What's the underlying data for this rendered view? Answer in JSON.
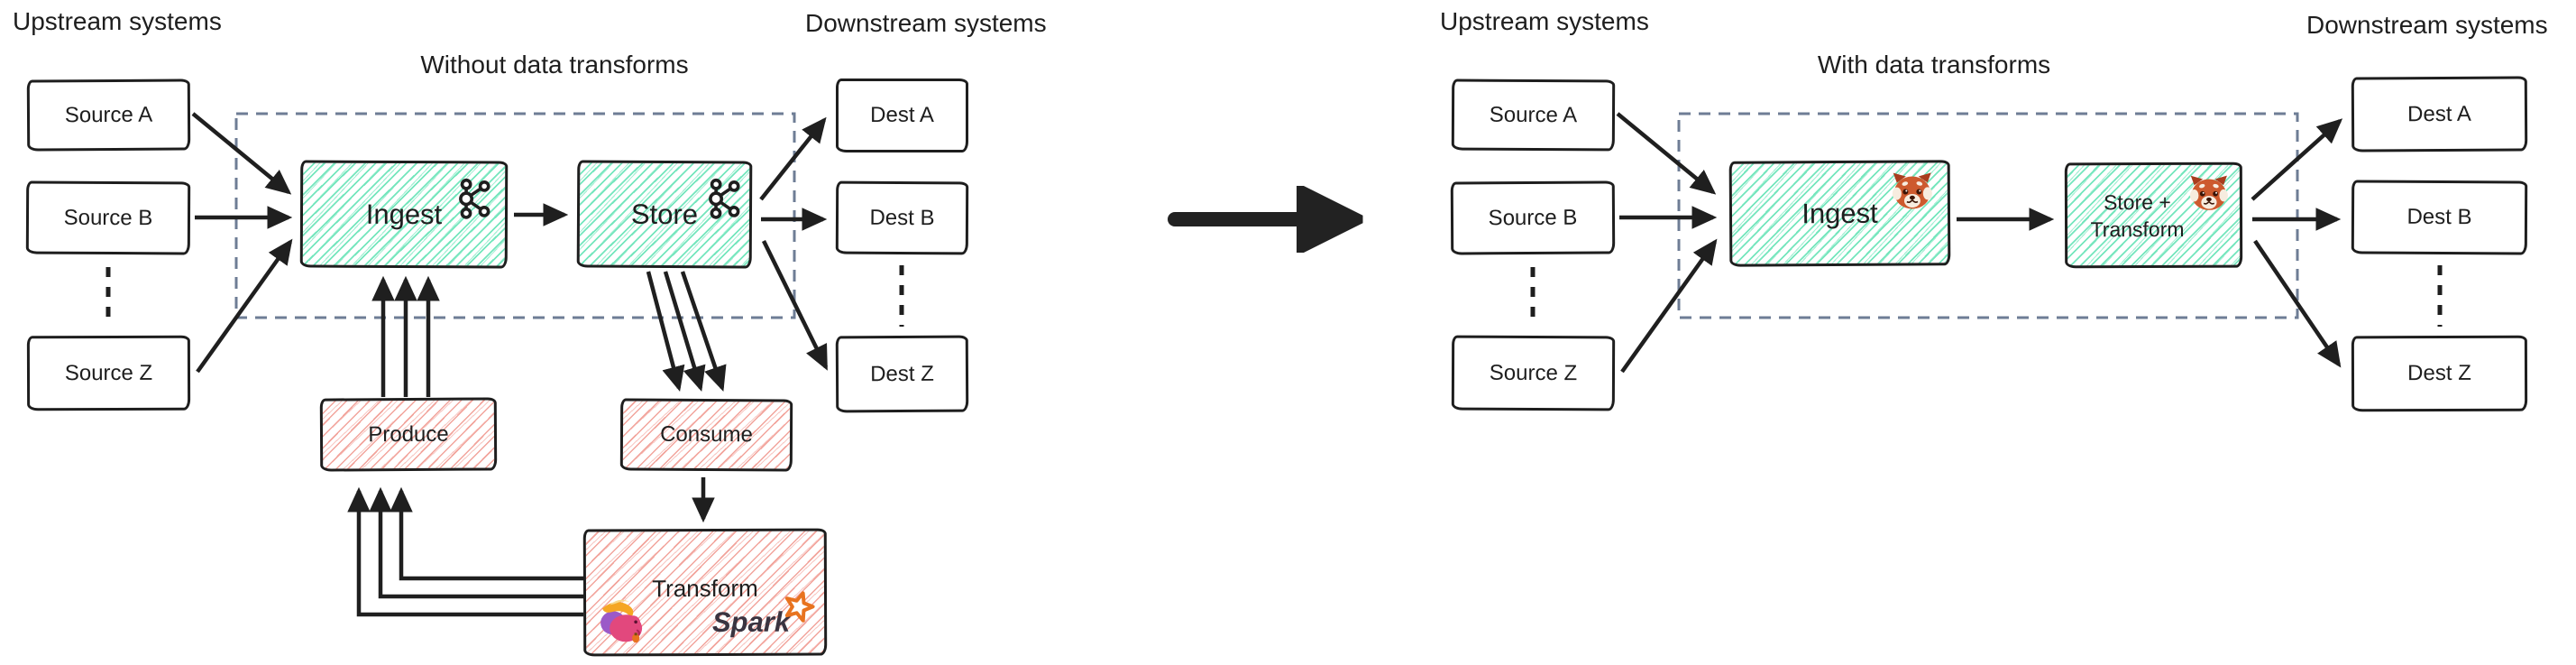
{
  "panels": {
    "left": {
      "upstream_label": "Upstream systems",
      "title": "Without data transforms",
      "downstream_label": "Downstream systems",
      "sources": [
        {
          "label": "Source A"
        },
        {
          "label": "Source B"
        },
        {
          "label": "Source Z"
        }
      ],
      "dests": [
        {
          "label": "Dest A"
        },
        {
          "label": "Dest B"
        },
        {
          "label": "Dest Z"
        }
      ],
      "pipeline": {
        "ingest_label": "Ingest",
        "store_label": "Store",
        "icon": "kafka-logo"
      },
      "jobs": {
        "produce_label": "Produce",
        "consume_label": "Consume",
        "transform_label": "Transform",
        "transform_icons": [
          "flink-squirrel-logo",
          "spark-logo"
        ],
        "spark_label": "Spark"
      }
    },
    "right": {
      "upstream_label": "Upstream systems",
      "title": "With data transforms",
      "downstream_label": "Downstream systems",
      "sources": [
        {
          "label": "Source A"
        },
        {
          "label": "Source B"
        },
        {
          "label": "Source Z"
        }
      ],
      "dests": [
        {
          "label": "Dest A"
        },
        {
          "label": "Dest B"
        },
        {
          "label": "Dest Z"
        }
      ],
      "pipeline": {
        "ingest_label": "Ingest",
        "store_line1": "Store +",
        "store_line2": "Transform",
        "icon": "redpanda-logo"
      }
    }
  },
  "colors": {
    "ink": "#1e1e1e",
    "teal_hatch": "#74e6bd",
    "teal_hatch_light": "#a9f0d6",
    "pink_hatch": "#f2a49c",
    "pink_hatch_light": "#f8c9c4",
    "dashed_border": "#6e7d95",
    "spark_orange": "#e8731f",
    "flink_pink": "#e2487d",
    "flink_purple": "#9b59c8",
    "flink_orange": "#f5a623",
    "panda_orange": "#cd5a2e",
    "panda_dark": "#a93d1e",
    "panda_cream": "#f7ecdf"
  }
}
